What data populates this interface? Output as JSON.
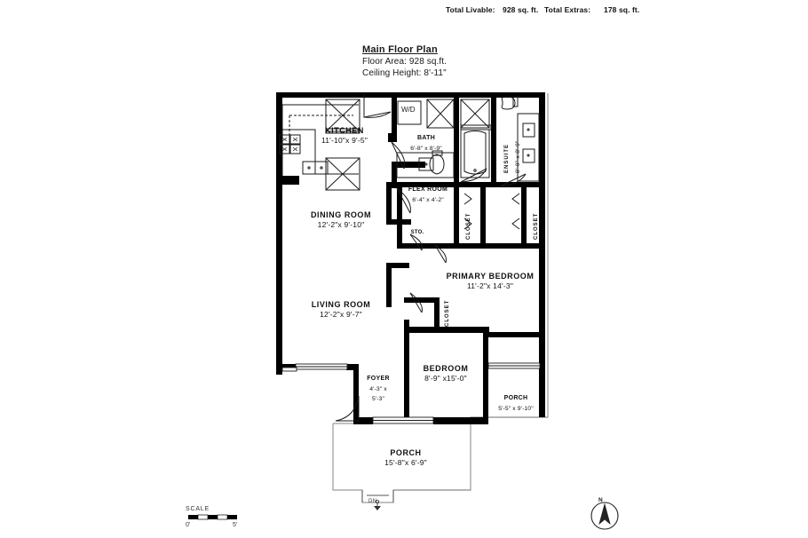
{
  "header": {
    "total_livable_label": "Total Livable:",
    "total_livable_value": "928 sq. ft.",
    "total_extras_label": "Total Extras:",
    "total_extras_value": "178 sq. ft."
  },
  "title": {
    "main": "Main Floor Plan",
    "floor_area": "Floor Area: 928 sq.ft.",
    "ceiling_height": "Ceiling Height: 8'-11\""
  },
  "rooms": [
    {
      "id": "kitchen",
      "name": "KITCHEN",
      "dim": "11'-10\"x  9'-5\""
    },
    {
      "id": "bath",
      "name": "BATH",
      "dim": "6'-8\" x  8'-9\""
    },
    {
      "id": "ensuite",
      "name": "ENSUITE",
      "dim": "8'-0\" x  8'-9\""
    },
    {
      "id": "flex-room",
      "name": "FLEX ROOM",
      "dim": "6'-4\" x  4'-2\""
    },
    {
      "id": "dining-room",
      "name": "DINING ROOM",
      "dim": "12'-2\"x 9'-10\""
    },
    {
      "id": "living-room",
      "name": "LIVING ROOM",
      "dim": "12'-2\"x  9'-7\""
    },
    {
      "id": "primary-bedroom",
      "name": "PRIMARY BEDROOM",
      "dim": "11'-2\"x 14'-3\""
    },
    {
      "id": "bedroom",
      "name": "BEDROOM",
      "dim": "8'-9\" x15'-0\""
    },
    {
      "id": "foyer",
      "name": "FOYER",
      "dim": "4'-3\" x",
      "dim2": "5'-3\""
    },
    {
      "id": "porch-side",
      "name": "PORCH",
      "dim": "5'-5\" x 9'-10\""
    },
    {
      "id": "porch-front",
      "name": "PORCH",
      "dim": "15'-8\"x  6'-9\""
    },
    {
      "id": "storage",
      "name": "STO.",
      "dim": ""
    }
  ],
  "closets": {
    "closet_left_label": "CLOSET",
    "closet_right_label": "CLOSET",
    "closet_bedroom_label": "CLOSET"
  },
  "fixtures": {
    "washer_dryer_label": "W/D",
    "stairs_down_label": "DN"
  },
  "scale": {
    "label": "SCALE",
    "start": "0'",
    "end": "5'"
  },
  "compass": {
    "north_label": "N"
  },
  "colors": {
    "wall": "#000000",
    "thin_line": "#1a1a1a",
    "porch_line": "#9a9a9a",
    "text": "#111111",
    "background": "#ffffff"
  }
}
